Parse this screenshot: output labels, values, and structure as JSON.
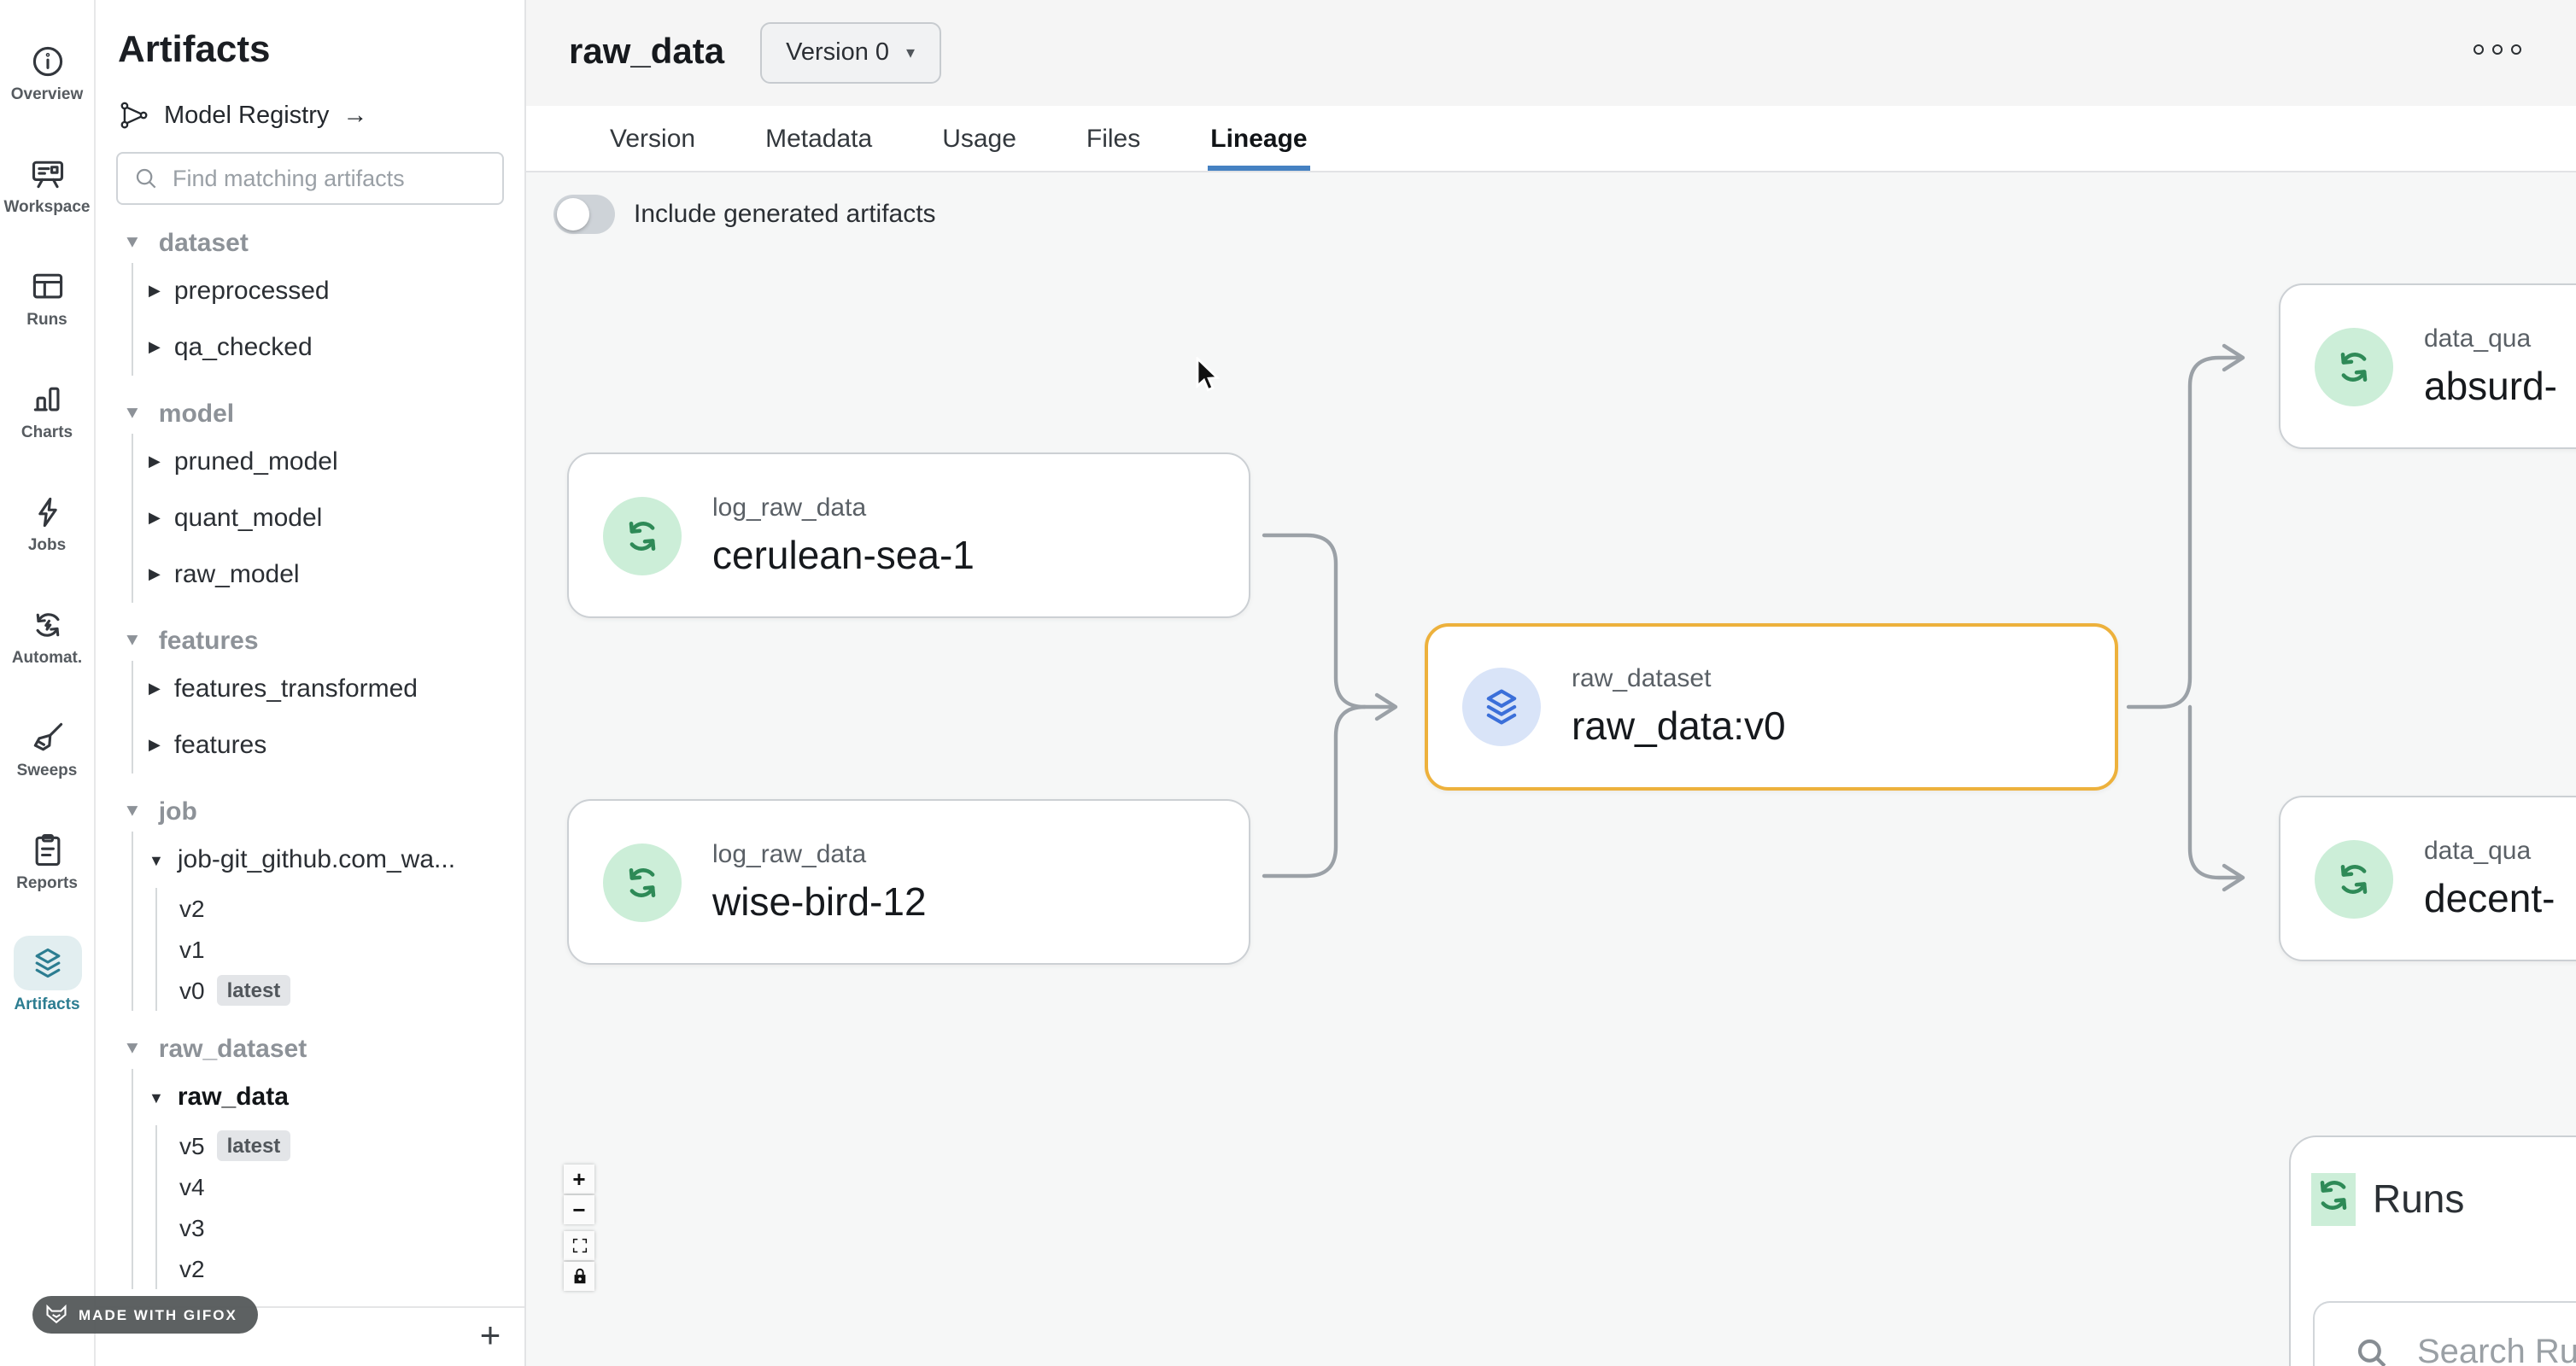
{
  "rail": {
    "items": [
      {
        "label": "Overview",
        "icon": "info-icon"
      },
      {
        "label": "Workspace",
        "icon": "workspace-icon"
      },
      {
        "label": "Runs",
        "icon": "runs-icon"
      },
      {
        "label": "Charts",
        "icon": "charts-icon"
      },
      {
        "label": "Jobs",
        "icon": "jobs-icon"
      },
      {
        "label": "Automat.",
        "icon": "automations-icon"
      },
      {
        "label": "Sweeps",
        "icon": "sweeps-icon"
      },
      {
        "label": "Reports",
        "icon": "reports-icon"
      },
      {
        "label": "Artifacts",
        "icon": "artifacts-icon",
        "active": true
      }
    ]
  },
  "sidebar": {
    "title": "Artifacts",
    "model_registry": {
      "label": "Model Registry",
      "arrow": "→"
    },
    "search": {
      "placeholder": "Find matching artifacts"
    },
    "tree": {
      "sections": [
        {
          "label": "dataset",
          "items": [
            {
              "label": "preprocessed"
            },
            {
              "label": "qa_checked"
            }
          ]
        },
        {
          "label": "model",
          "items": [
            {
              "label": "pruned_model"
            },
            {
              "label": "quant_model"
            },
            {
              "label": "raw_model"
            }
          ]
        },
        {
          "label": "features",
          "items": [
            {
              "label": "features_transformed"
            },
            {
              "label": "features"
            }
          ]
        },
        {
          "label": "job",
          "items": [
            {
              "label": "job-git_github.com_wa...",
              "expanded": true,
              "versions": [
                {
                  "label": "v2"
                },
                {
                  "label": "v1"
                },
                {
                  "label": "v0",
                  "badge": "latest"
                }
              ]
            }
          ]
        },
        {
          "label": "raw_dataset",
          "items": [
            {
              "label": "raw_data",
              "expanded": true,
              "selected": true,
              "versions": [
                {
                  "label": "v5",
                  "badge": "latest"
                },
                {
                  "label": "v4"
                },
                {
                  "label": "v3"
                },
                {
                  "label": "v2"
                }
              ]
            }
          ]
        }
      ]
    },
    "add_button": "+"
  },
  "header": {
    "title": "raw_data",
    "version_button": "Version 0",
    "version_caret": "▾"
  },
  "tabs": [
    {
      "label": "Version"
    },
    {
      "label": "Metadata"
    },
    {
      "label": "Usage"
    },
    {
      "label": "Files"
    },
    {
      "label": "Lineage",
      "active": true
    }
  ],
  "lineage": {
    "toggle": {
      "label": "Include generated artifacts",
      "state": "off"
    },
    "nodes": [
      {
        "kind": "run",
        "type": "log_raw_data",
        "name": "cerulean-sea-1"
      },
      {
        "kind": "run",
        "type": "log_raw_data",
        "name": "wise-bird-12"
      },
      {
        "kind": "artifact",
        "type": "raw_dataset",
        "name": "raw_data:v0",
        "selected": true
      },
      {
        "kind": "run",
        "type": "data_qua",
        "name": "absurd-"
      },
      {
        "kind": "run",
        "type": "data_qua",
        "name": "decent-"
      }
    ],
    "runs_panel": {
      "title": "Runs",
      "search_placeholder": "Search Ru"
    },
    "zoom_controls": [
      "zoom-in",
      "zoom-out",
      "fit-view",
      "lock"
    ]
  },
  "badge": {
    "text": "MADE WITH GIFOX"
  },
  "colors": {
    "accent_teal": "#2c7d91",
    "tab_active_blue": "#4581c2",
    "selected_node_border": "#edb13c",
    "run_icon_green": "#2e8a57",
    "run_icon_bg": "#cceed8",
    "artifact_icon_blue": "#3b6fd9",
    "artifact_icon_bg": "#d9e4f8",
    "edge_gray": "#9ba1a7"
  }
}
